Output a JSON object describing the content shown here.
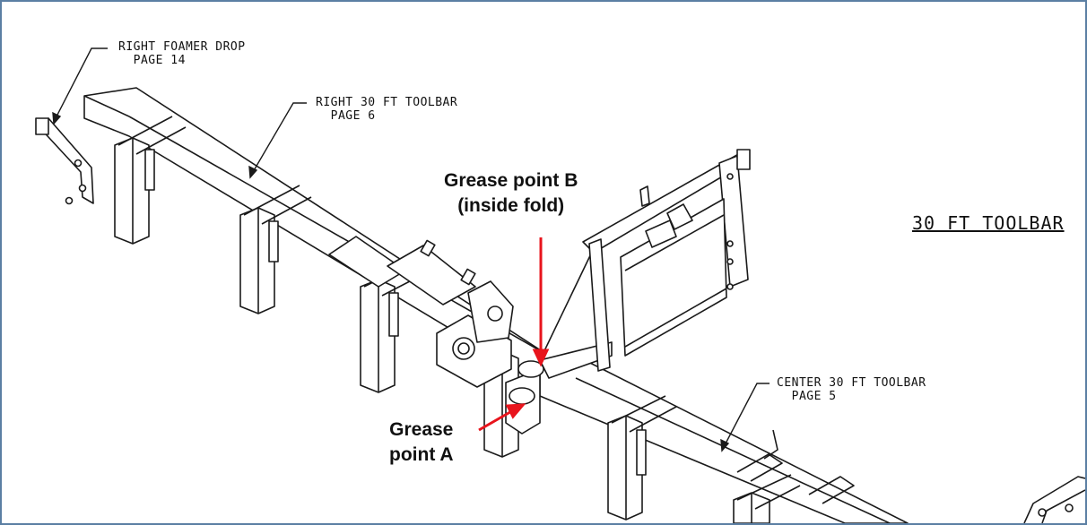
{
  "labels": {
    "right_foamer_drop": {
      "line1": "RIGHT FOAMER DROP",
      "line2": "PAGE 14"
    },
    "right_toolbar": {
      "line1": "RIGHT 30 FT TOOLBAR",
      "line2": "PAGE 6"
    },
    "center_toolbar": {
      "line1": "CENTER 30 FT TOOLBAR",
      "line2": "PAGE 5"
    },
    "title": "30 FT TOOLBAR"
  },
  "callouts": {
    "grease_b": {
      "line1": "Grease point B",
      "line2": "(inside fold)"
    },
    "grease_a": {
      "line1": "Grease",
      "line2": "point A"
    }
  },
  "colors": {
    "arrow": "#e8141c",
    "frame_border": "#5b7fa3",
    "line": "#1a1a1a"
  }
}
